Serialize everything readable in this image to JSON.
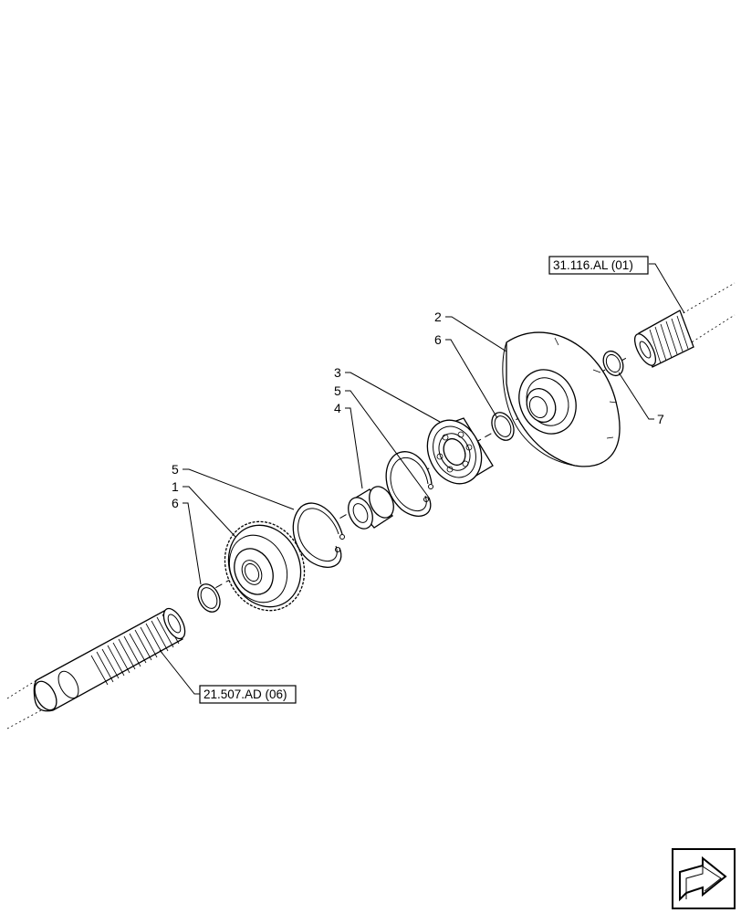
{
  "callouts": {
    "c1": "1",
    "c2": "2",
    "c3": "3",
    "c4": "4",
    "c5a": "5",
    "c5b": "5",
    "c6a": "6",
    "c6b": "6",
    "c7": "7"
  },
  "references": {
    "upper": "31.116.AL (01)",
    "lower": "21.507.AD (06)"
  },
  "icons": {
    "navigation": "arrow-icon"
  }
}
